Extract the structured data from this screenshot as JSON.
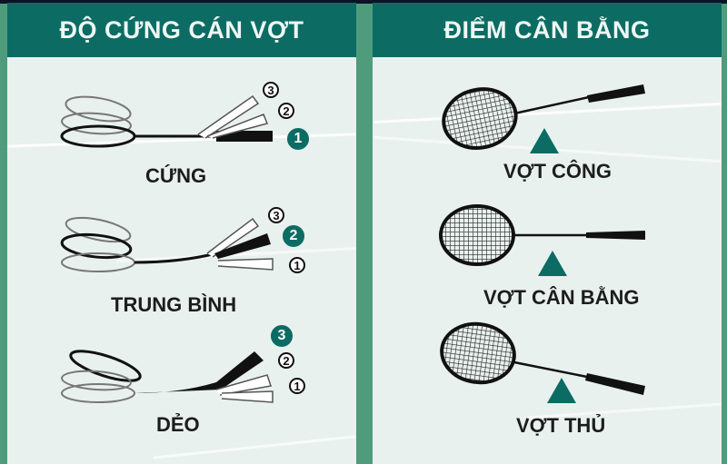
{
  "colors": {
    "accent": "#0c6c64",
    "panel": "#e9f1ee",
    "background": "#4f9c7c"
  },
  "left": {
    "title": "ĐỘ CỨNG CÁN VỢT",
    "items": [
      {
        "label": "CỨNG",
        "active": "1",
        "numbers": [
          "3",
          "2",
          "1"
        ]
      },
      {
        "label": "TRUNG BÌNH",
        "active": "2",
        "numbers": [
          "3",
          "2",
          "1"
        ]
      },
      {
        "label": "DẺO",
        "active": "3",
        "numbers": [
          "3",
          "2",
          "1"
        ]
      }
    ]
  },
  "right": {
    "title": "ĐIỂM CÂN BẰNG",
    "items": [
      {
        "label": "VỢT CÔNG"
      },
      {
        "label": "VỢT CÂN BẰNG"
      },
      {
        "label": "VỢT THỦ"
      }
    ]
  }
}
